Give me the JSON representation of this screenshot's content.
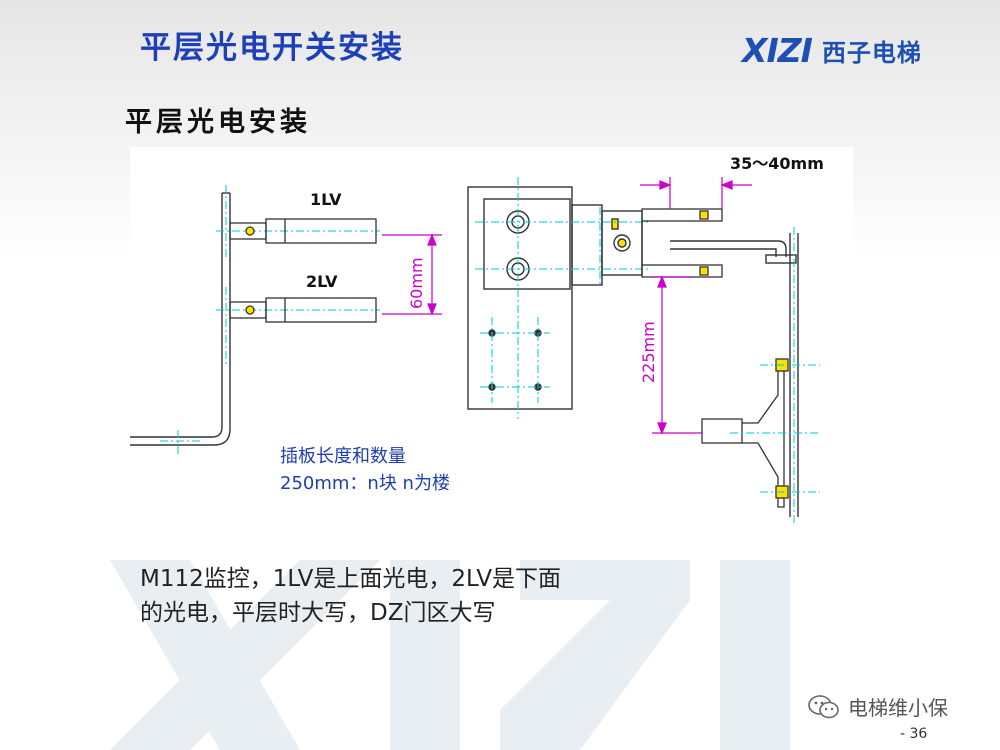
{
  "header": {
    "title": "平层光电开关安装",
    "logo_mark": "XIZI",
    "logo_cn": "西子电梯"
  },
  "subtitle": "平层光电安装",
  "drawing": {
    "label_1lv": "1LV",
    "label_2lv": "2LV",
    "dim_60": "60mm",
    "dim_225": "225mm",
    "dim_35_40": "35～40mm",
    "note_line1": "插板长度和数量",
    "note_line2": "250mm：n块 n为楼"
  },
  "caption": {
    "line1": "M112监控，1LV是上面光电，2LV是下面",
    "line2": "的光电，平层时大写，DZ门区大写"
  },
  "footer": {
    "wechat_label": "电梯维小保",
    "page_number": "- 36"
  },
  "colors": {
    "title": "#1d3fb8",
    "dimension": "#cc00cc",
    "note": "#1f3fb0",
    "centerline": "#00c8e0"
  }
}
